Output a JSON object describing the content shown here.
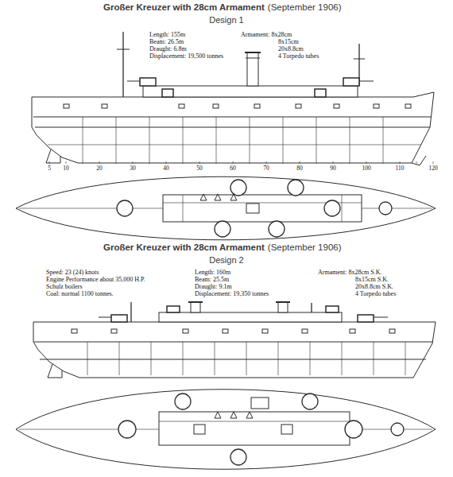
{
  "diagram": {
    "labels": [
      "Großer Kreuzer with 28cm Armament",
      "(September 1906)",
      "Design 1",
      "Length: 155m",
      "Beam: 26.5m",
      "Draught: 6.8m",
      "Displacement: 19,500 tonnes",
      "Armament: 8x28cm",
      "8x15cm",
      "20x8.8cm",
      "4 Torpedo tubes",
      "5",
      "10",
      "20",
      "30",
      "40",
      "50",
      "60",
      "70",
      "80",
      "90",
      "100",
      "110",
      "120",
      "Großer Kreuzer with 28cm Armament",
      "(September 1906)",
      "Design 2",
      "Speed: 23 (24) knots",
      "Engine Performance about 35,000 H.P.",
      "Schulz boilers",
      "Coal: normal 1100 tonnes.",
      "Length: 160m",
      "Beam: 25.5m",
      "Draught: 9.1m",
      "Displacement: 19,350 tonnes",
      "Armament: 8x28cm S.K.",
      "8x15cm S.K.",
      "20x8.8cm S.K.",
      "4 Torpedo tubes"
    ]
  }
}
